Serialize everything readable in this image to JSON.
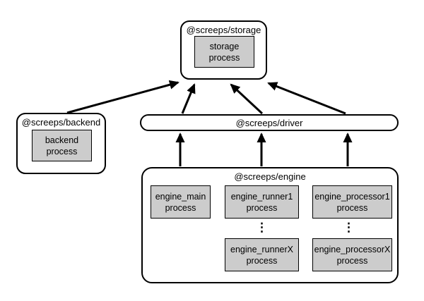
{
  "packages": {
    "storage": {
      "label": "@screeps/storage"
    },
    "backend": {
      "label": "@screeps/backend"
    },
    "driver": {
      "label": "@screeps/driver"
    },
    "engine": {
      "label": "@screeps/engine"
    }
  },
  "processes": {
    "storage": {
      "label": "storage process"
    },
    "backend": {
      "label": "backend process"
    },
    "engine_main": {
      "label": "engine_main process"
    },
    "engine_runner1": {
      "label": "engine_runner1 process"
    },
    "engine_runnerX": {
      "label": "engine_runnerX process"
    },
    "engine_processor1": {
      "label": "engine_processor1 process"
    },
    "engine_processorX": {
      "label": "engine_processorX process"
    }
  },
  "icons": {
    "vertical_ellipsis": "⋮"
  },
  "edges": [
    {
      "from": "backend",
      "to": "storage"
    },
    {
      "from": "driver",
      "to": "storage"
    },
    {
      "from": "driver",
      "to": "storage"
    },
    {
      "from": "driver",
      "to": "storage"
    },
    {
      "from": "engine",
      "to": "driver"
    },
    {
      "from": "engine",
      "to": "driver"
    },
    {
      "from": "engine",
      "to": "driver"
    }
  ],
  "colors": {
    "process_fill": "#cccccc",
    "package_fill": "#ffffff",
    "border": "#000000",
    "arrow": "#000000",
    "background": "#ffffff"
  }
}
